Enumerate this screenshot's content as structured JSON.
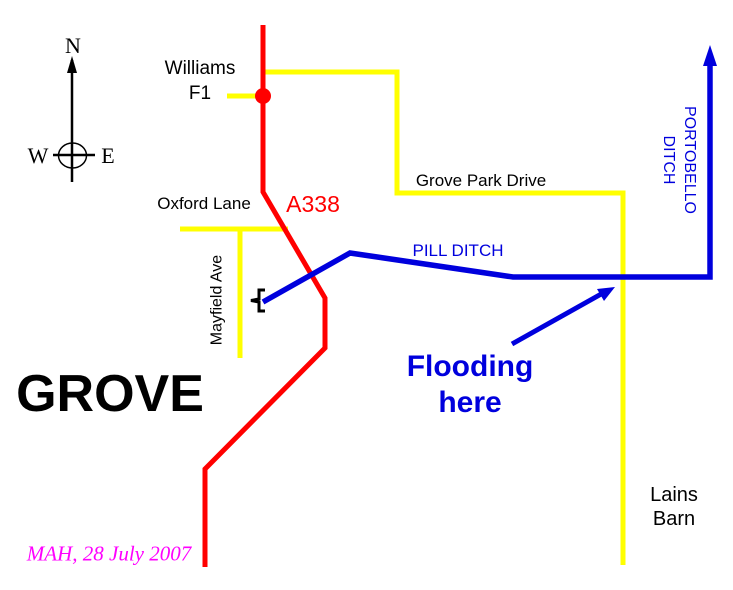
{
  "title": "Grove flooding sketch map",
  "colors": {
    "minor_road": "#ffff00",
    "a_road": "#ff0000",
    "ditch": "#0000dd",
    "credit_text": "#ff00ff",
    "map_text": "#000000"
  },
  "compass": {
    "north": "N",
    "west": "W",
    "east": "E"
  },
  "labels": {
    "williams": {
      "line1": "Williams",
      "line2": "F1"
    },
    "oxford_lane": "Oxford Lane",
    "a338": "A338",
    "grove_park_drive": "Grove Park Drive",
    "pill_ditch": "PILL DITCH",
    "portobello": {
      "line1": "PORTOBELLO",
      "line2": "DITCH"
    },
    "mayfield_ave": "Mayfield Ave",
    "flooding": {
      "line1": "Flooding",
      "line2": "here"
    },
    "town": "GROVE",
    "lains_barn": {
      "line1": "Lains",
      "line2": "Barn"
    },
    "credit": "MAH, 28 July 2007"
  }
}
